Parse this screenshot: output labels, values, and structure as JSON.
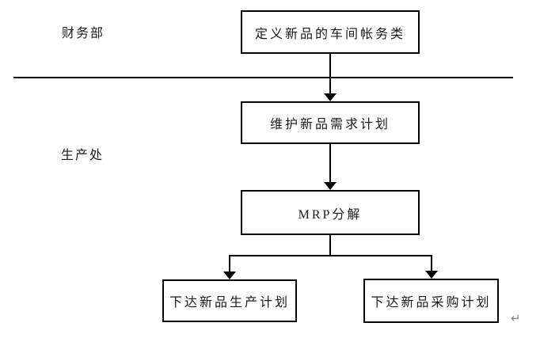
{
  "diagram": {
    "lane_labels": {
      "finance": "财务部",
      "production": "生产处"
    },
    "nodes": {
      "define_accounting": "定义新品的车间帐务类",
      "maintain_demand_plan": "维护新品需求计划",
      "mrp_decompose": "MRP分解",
      "issue_production_plan": "下达新品生产计划",
      "issue_purchase_plan": "下达新品采购计划"
    },
    "edges": [
      {
        "from": "define_accounting",
        "to": "maintain_demand_plan"
      },
      {
        "from": "maintain_demand_plan",
        "to": "mrp_decompose"
      },
      {
        "from": "mrp_decompose",
        "to": "issue_production_plan"
      },
      {
        "from": "mrp_decompose",
        "to": "issue_purchase_plan"
      }
    ],
    "marks": {
      "return_mark": "↵"
    },
    "colors": {
      "line": "#000000",
      "text": "#1a1a1a",
      "background": "#ffffff",
      "return_mark": "#808080"
    }
  }
}
